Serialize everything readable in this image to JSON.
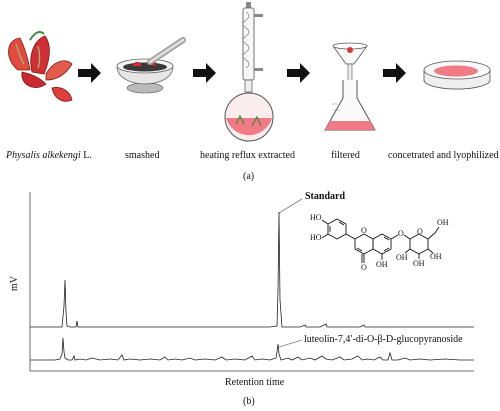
{
  "panel_a": {
    "steps": [
      {
        "label_italic": "Physalis alkekengi",
        "label_rest": " L.",
        "icon": "physalis-fruit-icon"
      },
      {
        "label": "smashed",
        "icon": "mortar-pestle-icon"
      },
      {
        "label": "heating reflux extracted",
        "icon": "reflux-condenser-flask-icon"
      },
      {
        "label": "filtered",
        "icon": "funnel-flask-icon"
      },
      {
        "label": "concetrated and lyophilized",
        "icon": "petri-dish-icon"
      }
    ],
    "arrow_icon": "right-arrow-icon",
    "caption": "(a)"
  },
  "panel_b": {
    "ylabel": "mV",
    "xlabel": "Retention time",
    "standard_label": "Standard",
    "compound_label": "luteolin-7,4′-di-O-β-D-glucopyranoside",
    "structure_labels": {
      "ho1": "HO",
      "ho2": "HO",
      "o1": "O",
      "o2": "O",
      "o3": "O",
      "o4": "O",
      "oh1": "OH",
      "oh2": "OH",
      "oh3": "OH",
      "oh4": "OH",
      "oh5": "OH"
    },
    "caption": "(b)"
  },
  "colors": {
    "fruit_red": "#d8343a",
    "solution_pink": "#f07a86",
    "leaf_green": "#3f8a3a",
    "trace": "#222222"
  }
}
